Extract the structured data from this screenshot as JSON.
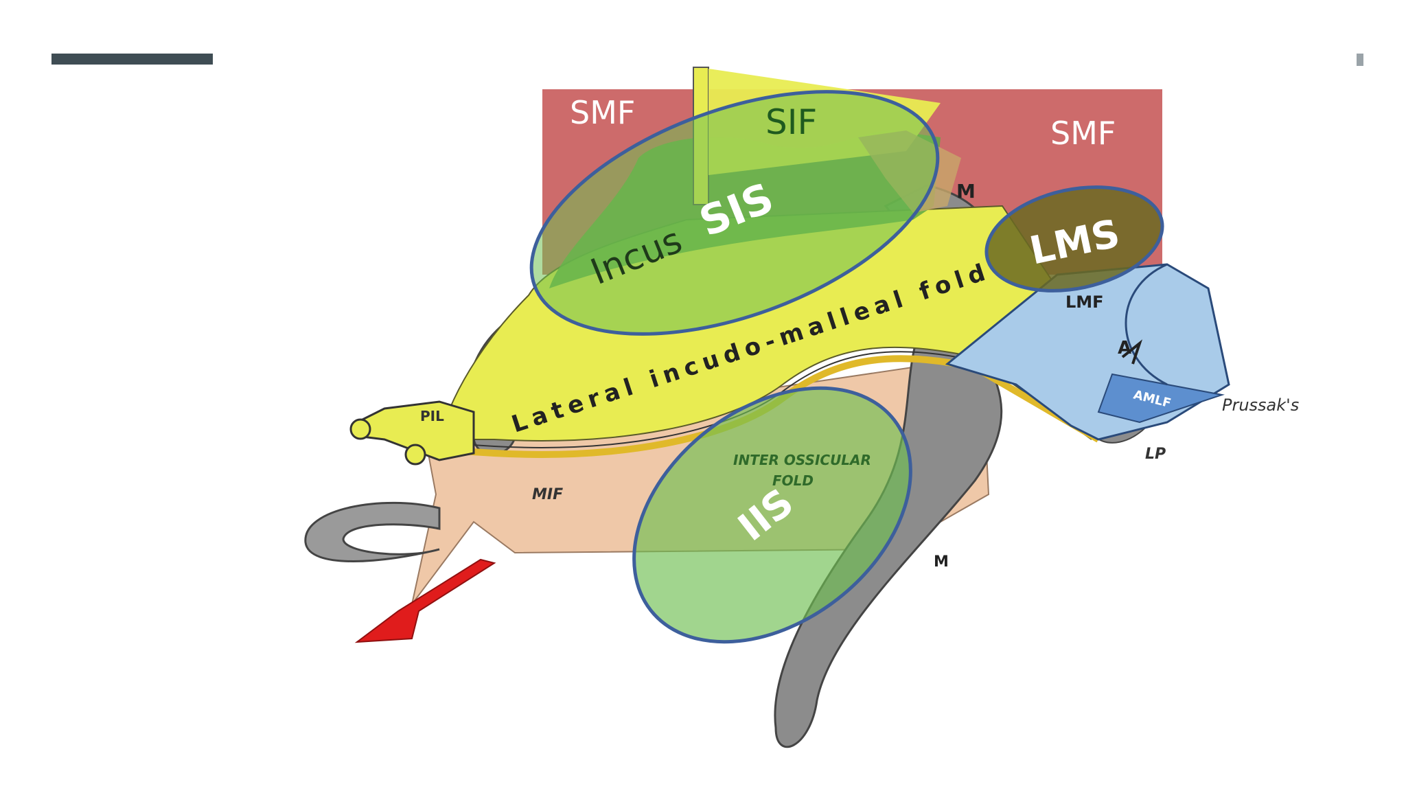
{
  "colors": {
    "accent_bar": "#3f4d54",
    "smf_block": "#cd6b6b",
    "fold_yellow": "#e8ec52",
    "fold_edge": "#e0b92a",
    "space_green": "#6fbf52",
    "space_outline": "#3d5f9c",
    "bone_gray": "#8c8c8c",
    "soft_tissue": "#efc8a8",
    "lmf_blue": "#a9cbe9",
    "amlf_blue": "#5d8fcf",
    "arrow_red": "#e01c1c",
    "lms_olive": "#6b6a22"
  },
  "labels": {
    "smf_left": "SMF",
    "smf_right": "SMF",
    "sif": "SIF",
    "sis": "SIS",
    "incus": "Incus",
    "lms": "LMS",
    "lmf": "LMF",
    "malleus_head": "M",
    "malleus": "M",
    "fold": "Lateral incudo-malleal fold",
    "pil": "PIL",
    "mif": "MIF",
    "interossicular_fold_line1": "INTER OSSICULAR",
    "interossicular_fold_line2": "FOLD",
    "iis": "IIS",
    "amlf": "AMLF",
    "prussaks": "Prussak's",
    "lp": "LP",
    "arrow_mark": "A"
  }
}
